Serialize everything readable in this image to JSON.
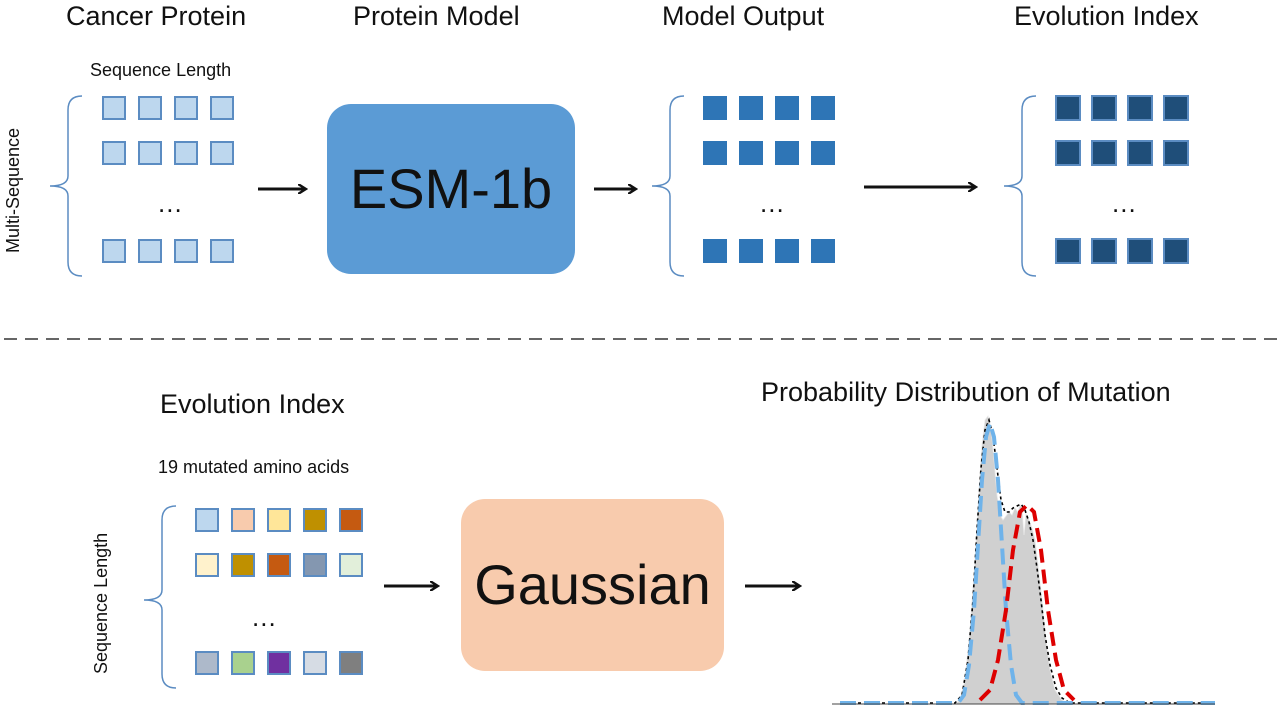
{
  "top": {
    "titles": {
      "cancer_protein": "Cancer Protein",
      "protein_model": "Protein Model",
      "model_output": "Model Output",
      "evolution_index": "Evolution Index"
    },
    "sequence_length_label": "Sequence Length",
    "multi_sequence_label": "Multi-Sequence",
    "model_name": "ESM-1b",
    "ellipsis": "..."
  },
  "bottom": {
    "evolution_index_title": "Evolution Index",
    "mutated_label": "19 mutated amino acids",
    "sequence_length_label": "Sequence Length",
    "model_name": "Gaussian",
    "distribution_title": "Probability Distribution of Mutation",
    "ellipsis": "...",
    "cell_colors": [
      [
        "#bdd7ee",
        "#f8cbad",
        "#ffe699",
        "#bf9000",
        "#c55a11"
      ],
      [
        "#fff2cc",
        "#bf9000",
        "#c55a11",
        "#8497b0",
        "#e2efda"
      ],
      [
        "#adb9ca",
        "#a9d18e",
        "#7030a0",
        "#d6dce4",
        "#7f7f7f"
      ]
    ]
  },
  "colors": {
    "light_blue_fill": "#bdd7ee",
    "blue_border": "#5b8cc2",
    "model_output_fill": "#2e75b6",
    "evolution_fill": "#1f4e79",
    "esm_box": "#5b9bd5",
    "gaussian_box": "#f8cbad",
    "histogram_fill": "#d0d0d0",
    "gaussian_blue": "#6fb3ea",
    "gaussian_red": "#dd0000"
  }
}
